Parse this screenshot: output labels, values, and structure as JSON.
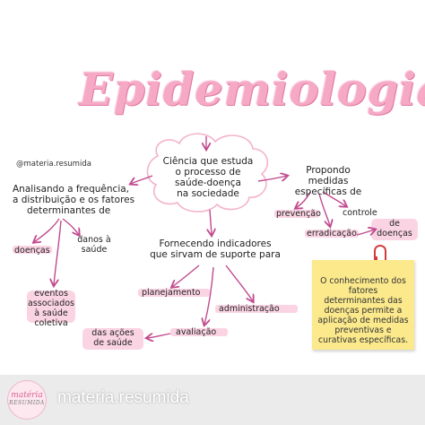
{
  "diagram": {
    "title": "Epidemiologia",
    "handle": "@materia.resumida",
    "central": [
      "Ciência que estuda",
      "o processo de",
      "saúde-doença",
      "na sociedade"
    ],
    "left_branch": [
      "Analisando a frequência,",
      "a distribuição e os fatores",
      "determinantes de"
    ],
    "doencas_left": "doenças",
    "danos": [
      "danos à",
      "saúde"
    ],
    "eventos": [
      "eventos",
      "associados",
      "à saúde",
      "coletiva"
    ],
    "right_branch": [
      "Propondo medidas",
      "específicas de"
    ],
    "prevencao": "prevenção",
    "controle": "controle",
    "erradicacao": "erradicação",
    "de_doencas": [
      "de",
      "doenças"
    ],
    "bottom_branch": [
      "Fornecendo indicadores",
      "que sirvam de suporte para"
    ],
    "planejamento": "planejamento",
    "administracao": "administração",
    "avaliacao": "avaliação",
    "das_acoes": [
      "das ações",
      "de saúde"
    ],
    "note": "O conhecimento dos fatores determinantes das doenças permite a aplicação de medidas preventivas e curativas específicas.",
    "colors": {
      "title": "#f5a9c5",
      "arrow": "#c14a8e",
      "cloud": "#f4b3cb",
      "note": "#fbe98c"
    }
  },
  "footer": {
    "avatar_top": "matéria",
    "avatar_bottom": "RESUMIDA",
    "username": "materia.resumida"
  }
}
